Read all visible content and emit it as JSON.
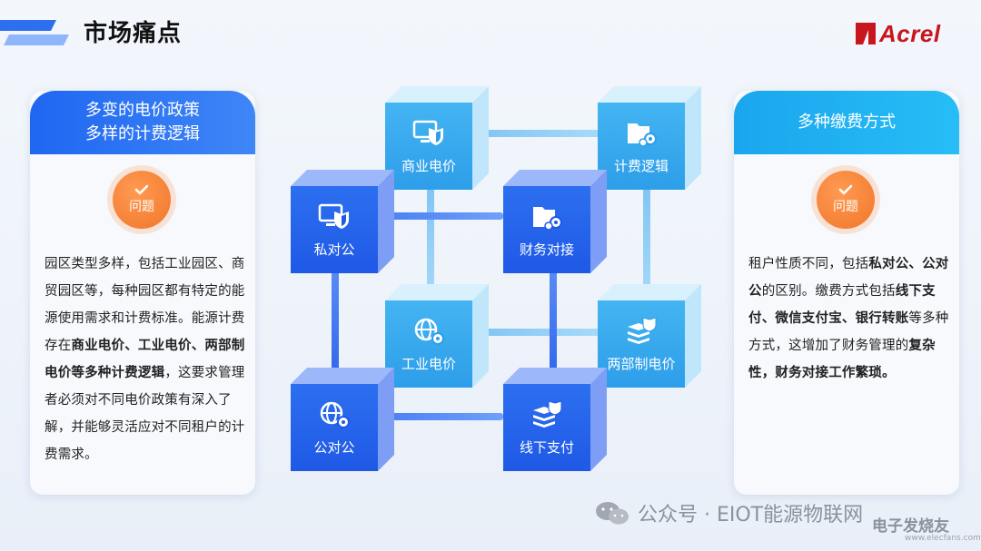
{
  "header": {
    "title": "市场痛点"
  },
  "logo": {
    "text": "Acrel"
  },
  "left_card": {
    "title_line1": "多变的电价政策",
    "title_line2": "多样的计费逻辑",
    "badge": "问题",
    "body": [
      {
        "t": "园区类型多样，包括工业园区、商贸园区等，每种园区都有特定的能源使用需求和计费标准。能源计费存在",
        "b": false
      },
      {
        "t": "商业电价、工业电价、两部制电价等多种计费逻辑",
        "b": true
      },
      {
        "t": "，这要求管理者必须对不同电价政策有深入了解，并能够灵活应对不同租户的计费需求。",
        "b": false
      }
    ]
  },
  "right_card": {
    "title": "多种缴费方式",
    "badge": "问题",
    "body": [
      {
        "t": "租户性质不同，包括",
        "b": false
      },
      {
        "t": "私对公、公对公",
        "b": true
      },
      {
        "t": "的区别。缴费方式包括",
        "b": false
      },
      {
        "t": "线下支付、微信支付宝、银行转账",
        "b": true
      },
      {
        "t": "等多种方式，这增加了财务管理的",
        "b": false
      },
      {
        "t": "复杂性，财务对接工作繁琐。",
        "b": true
      }
    ]
  },
  "cubes": {
    "commercial": "商业电价",
    "billing": "计费逻辑",
    "private": "私对公",
    "finance": "财务对接",
    "industrial": "工业电价",
    "two_part": "两部制电价",
    "public": "公对公",
    "offline": "线下支付"
  },
  "icons": {
    "commercial": "monitor-shield-icon",
    "billing": "folder-gear-icon",
    "private": "monitor-shield-icon",
    "finance": "folder-gear-icon",
    "industrial": "globe-gear-icon",
    "two_part": "stack-shield-icon",
    "public": "globe-gear-icon",
    "offline": "stack-shield-icon"
  },
  "watermark": {
    "text": "公众号 · EIOT能源物联网",
    "site": "电子发烧友",
    "site_url": "www.elecfans.com"
  },
  "colors": {
    "primary": "#1f67f1",
    "light": "#27bdf6",
    "badge": "#f0762a",
    "brand": "#c8161d"
  }
}
